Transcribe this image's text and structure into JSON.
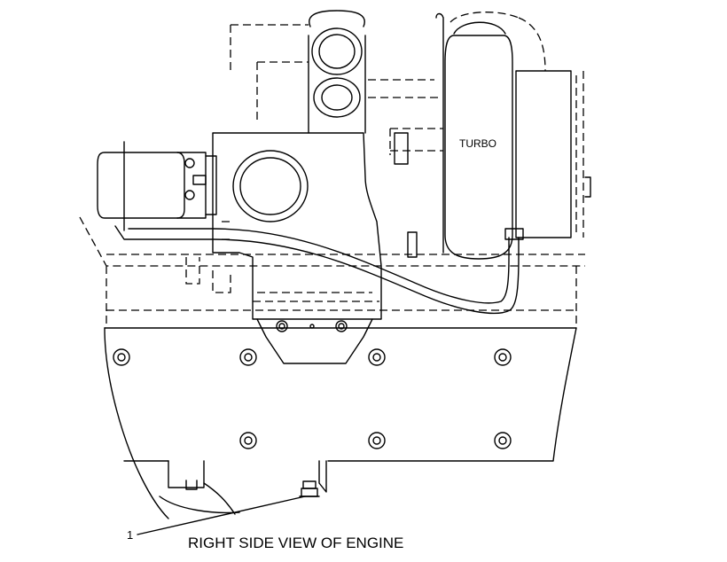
{
  "diagram": {
    "caption": "RIGHT SIDE VIEW OF ENGINE",
    "turbo_label": "TURBO",
    "callout_number": "1"
  }
}
